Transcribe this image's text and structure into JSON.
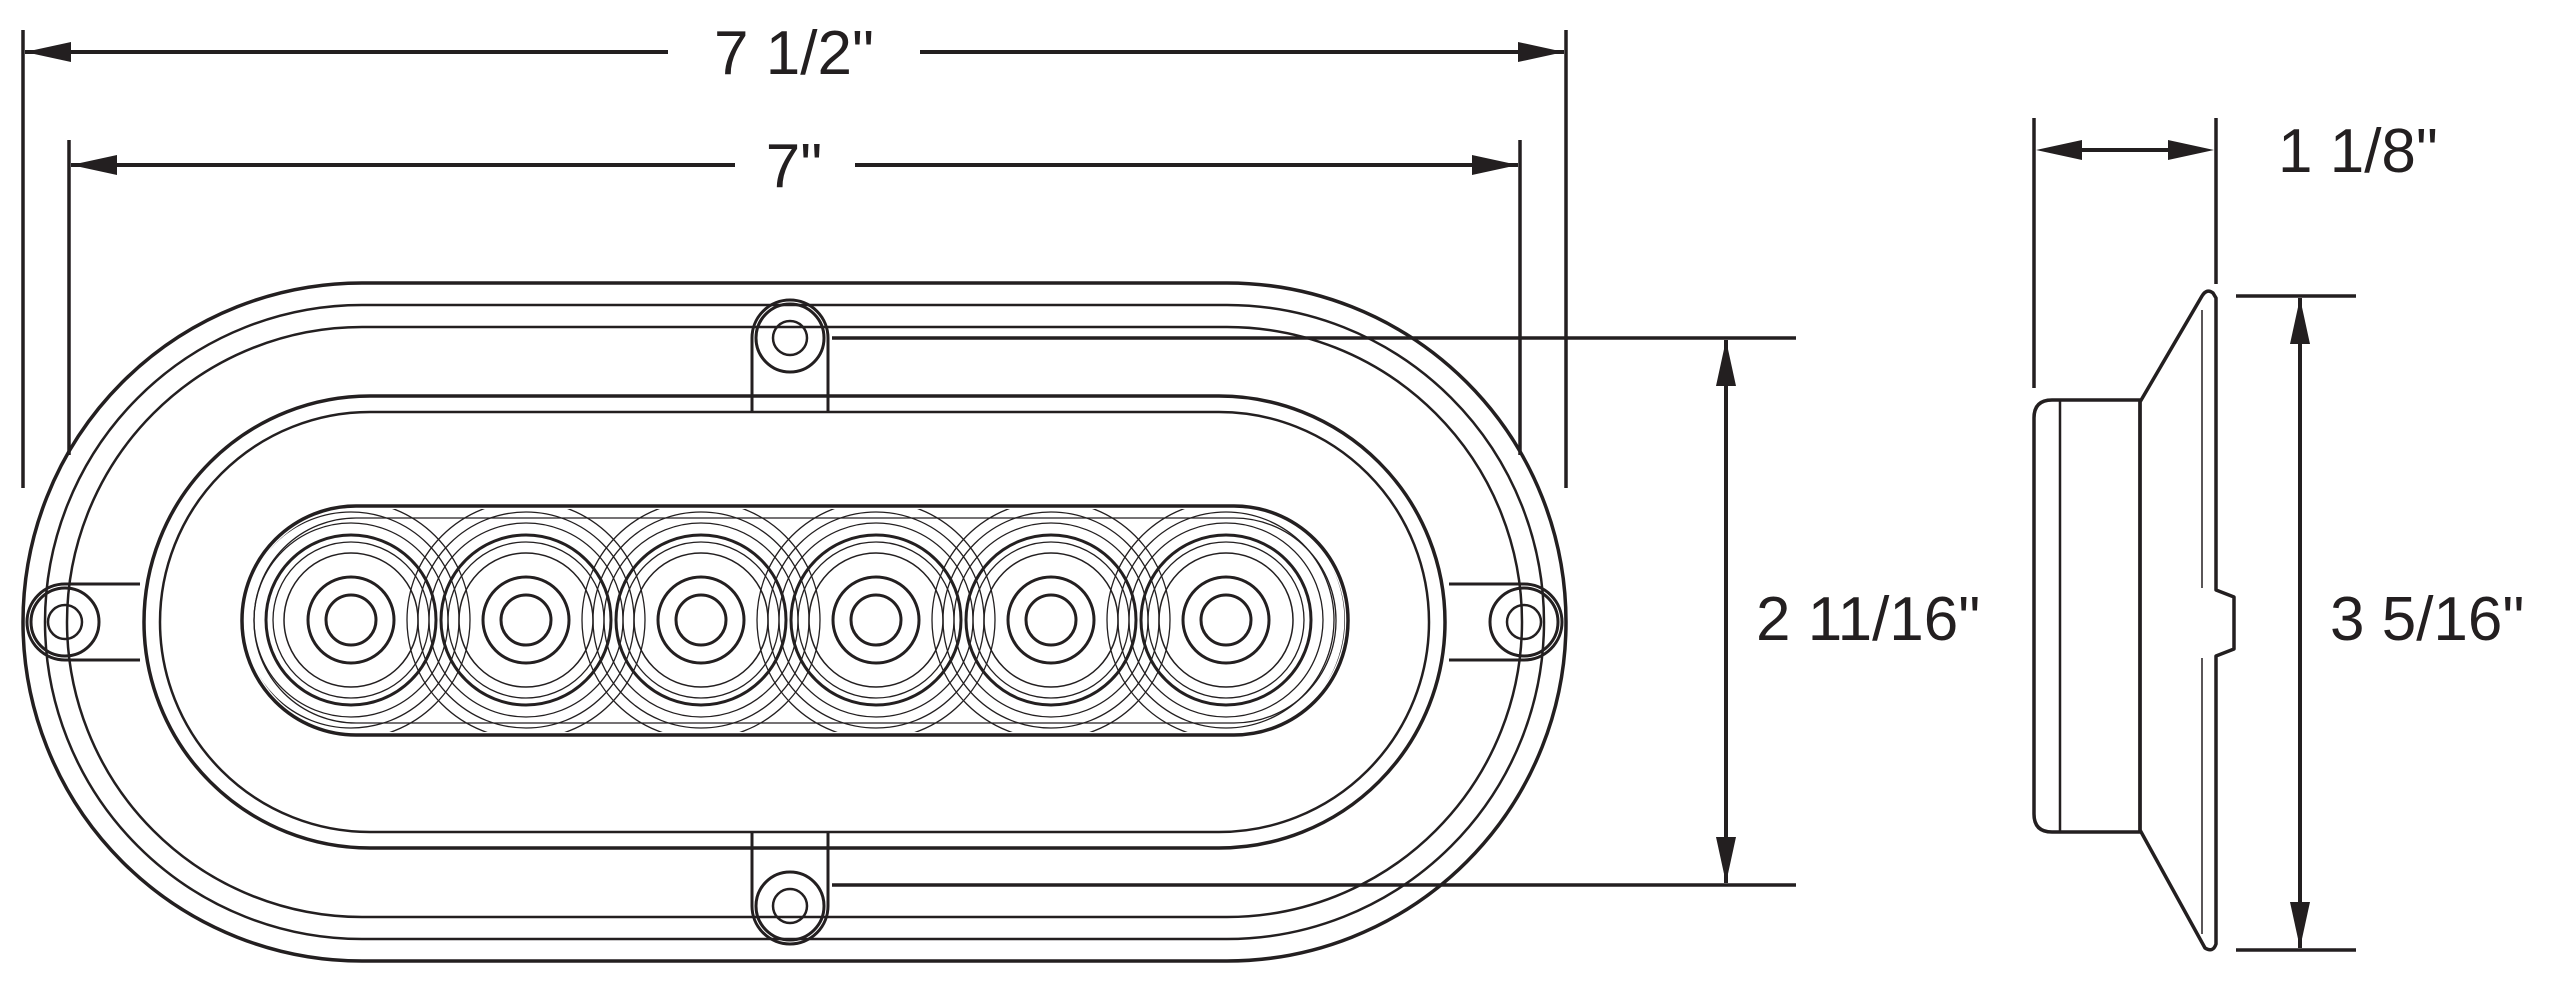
{
  "diagram": {
    "subject": "Dimensioned engineering drawing of an oval surface-mount 6-LED lamp, front and side views",
    "line_color": "#231f20",
    "background_color": "#ffffff",
    "front_view": {
      "label": "front-view",
      "led_count": 6,
      "mounting_tabs": 4
    },
    "side_view": {
      "label": "side-view"
    },
    "dimensions": {
      "overall_width": "7 1/2\"",
      "body_width": "7\"",
      "body_height": "2 11/16\"",
      "depth": "1 1/8\"",
      "flange_height": "3 5/16\""
    }
  }
}
